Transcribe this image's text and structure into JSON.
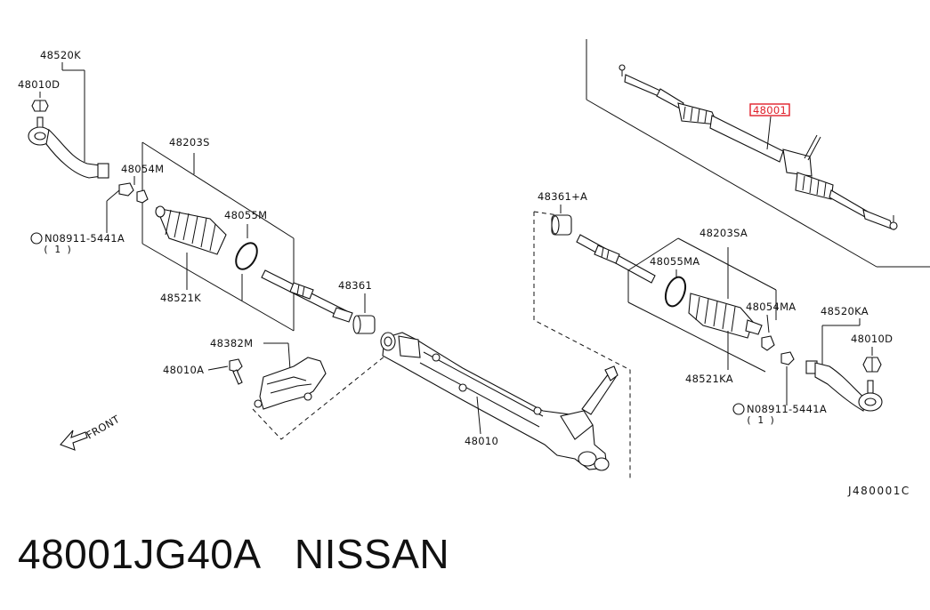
{
  "parts": {
    "tie_rod_end_l": "48520K",
    "nut_l": "48010D",
    "boot_kit": "48203S",
    "clip_l": "48054M",
    "washer_note_l": "N08911-5441A",
    "washer_qty_l": "( 1 )",
    "band_l": "48055M",
    "boot_l": "48521K",
    "bush_center": "48361",
    "bush_right": "48361+A",
    "insulator": "48382M",
    "bolt": "48010A",
    "gear_assy": "48010",
    "boot_kit_r": "48203SA",
    "band_r": "48055MA",
    "clip_r": "48054MA",
    "tie_rod_end_r": "48520KA",
    "nut_r": "48010D",
    "boot_r": "48521KA",
    "washer_note_r": "N08911-5441A",
    "washer_qty_r": "( 1 )",
    "highlight_part": "48001"
  },
  "front_label": "FRONT",
  "ref_code": "J480001C",
  "caption": "48001JG40A   NISSAN",
  "colors": {
    "highlight": "#e0202a",
    "ink": "#111111"
  }
}
